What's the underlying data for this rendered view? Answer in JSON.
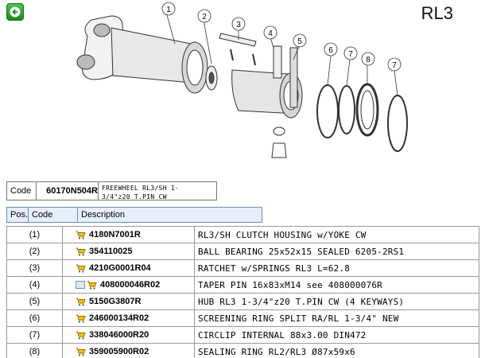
{
  "header": {
    "title": "RL3",
    "back_icon": "back-arrow-icon"
  },
  "drawing": {
    "callouts": [
      "1",
      "2",
      "3",
      "4",
      "5",
      "6",
      "7",
      "8",
      "7"
    ]
  },
  "code_box": {
    "label": "Code",
    "value": "60170N504R",
    "description_line1": "FREEWHEEL RL3/SH 1-",
    "description_line2": "3/4\"z20 T.PIN CW"
  },
  "list_header": {
    "pos": "Pos.",
    "code": "Code",
    "description": "Description"
  },
  "rows": [
    {
      "pos": "(1)",
      "code": "4180N7001R",
      "description": "RL3/SH CLUTCH HOUSING w/YOKE CW"
    },
    {
      "pos": "(2)",
      "code": "354110025",
      "description": "BALL BEARING 25x52x15 SEALED 6205-2RS1"
    },
    {
      "pos": "(3)",
      "code": "4210G0001R04",
      "description": "RATCHET w/SPRINGS RL3 L=62.8"
    },
    {
      "pos": "(4)",
      "code": "408000046R02",
      "description": "TAPER PIN 16x83xM14 see 408000076R"
    },
    {
      "pos": "(5)",
      "code": "5150G3807R",
      "description": "HUB RL3 1-3/4\"z20 T.PIN CW (4 KEYWAYS)"
    },
    {
      "pos": "(6)",
      "code": "246000134R02",
      "description": "SCREENING RING SPLIT RA/RL 1-3/4\" NEW"
    },
    {
      "pos": "(7)",
      "code": "338046000R20",
      "description": "CIRCLIP INTERNAL 88x3.00 DIN472"
    },
    {
      "pos": "(8)",
      "code": "359005900R02",
      "description": "SEALING RING RL2/RL3 Ø87x59x6"
    }
  ],
  "colors": {
    "cart": "#e0a800",
    "header_bg": "#e6eefb",
    "back": "#2ea52e"
  }
}
